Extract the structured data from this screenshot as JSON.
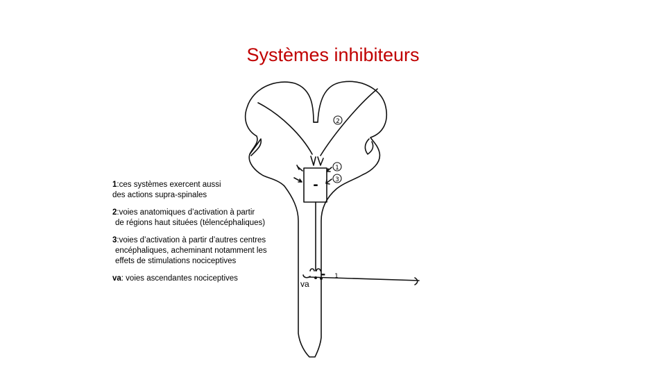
{
  "title": "Systèmes inhibiteurs",
  "legend": {
    "item1": {
      "num": "1",
      "lines": [
        ":ces systèmes exercent aussi",
        "des actions supra-spinales"
      ]
    },
    "item2": {
      "num": "2",
      "lines": [
        ":voies anatomiques d’activation à partir",
        "de régions haut situées (télencéphaliques)"
      ]
    },
    "item3": {
      "num": "3",
      "lines": [
        ":voies d’activation à partir d’autres centres",
        "encéphaliques, acheminant notamment les",
        "effets de stimulations nociceptives"
      ]
    },
    "va": {
      "num": "va",
      "text": ": voies ascendantes nociceptives"
    }
  },
  "diagram": {
    "marker_1": "1",
    "marker_2": "2",
    "marker_3": "3",
    "box_sign": "-",
    "junction_sign": "-",
    "fiber_label": "1",
    "va_label": "va"
  }
}
